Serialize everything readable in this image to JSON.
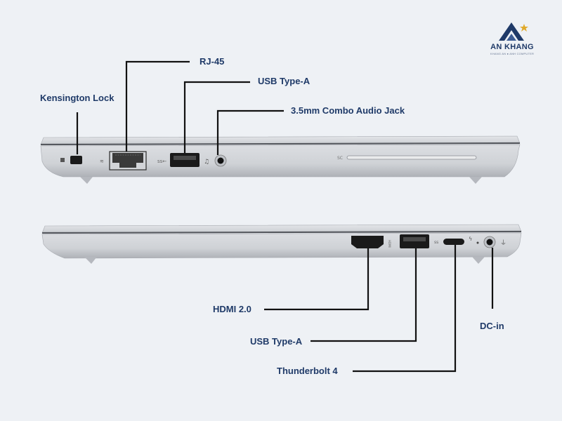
{
  "logo": {
    "name": "AN KHANG",
    "tagline": "KHANG AN ● ANH COMPUTER"
  },
  "laptop_left_side": {
    "ports": [
      {
        "key": "kensington",
        "label": "Kensington Lock"
      },
      {
        "key": "rj45",
        "label": "RJ-45"
      },
      {
        "key": "usba",
        "label": "USB Type-A"
      },
      {
        "key": "audio",
        "label": "3.5mm Combo Audio Jack"
      }
    ],
    "engraving": "SC"
  },
  "laptop_right_side": {
    "ports": [
      {
        "key": "hdmi",
        "label": "HDMI 2.0"
      },
      {
        "key": "usba",
        "label": "USB Type-A"
      },
      {
        "key": "thunderbolt",
        "label": "Thunderbolt 4"
      },
      {
        "key": "dcin",
        "label": "DC-in"
      }
    ],
    "hdmi_engraving": "HDMI"
  },
  "colors": {
    "background": "#eef1f5",
    "label_text": "#1f3a68",
    "leader_line": "#111111",
    "chassis_light": "#d6d8dc",
    "chassis_dark": "#b4b7bd",
    "port_black": "#1a1a1a",
    "logo_blue": "#1f3a68",
    "logo_star": "#e0a92a"
  }
}
